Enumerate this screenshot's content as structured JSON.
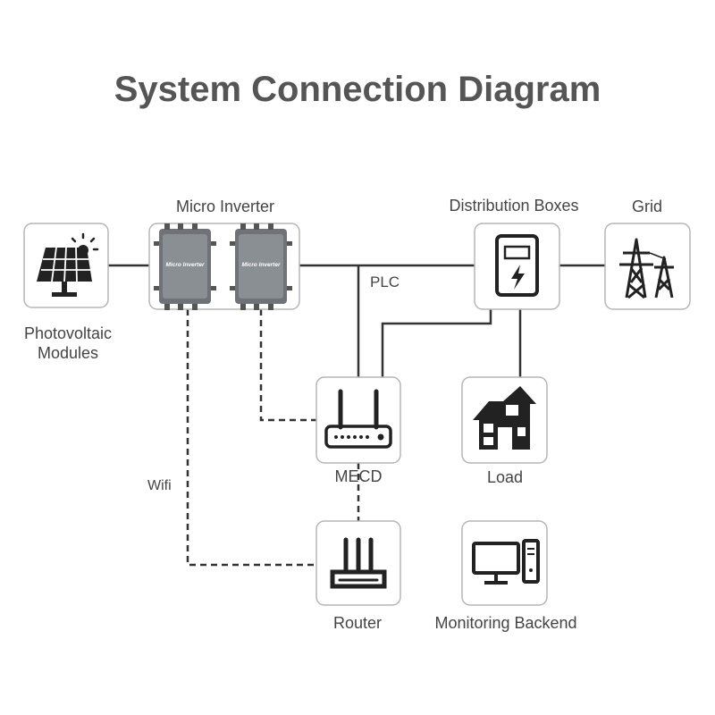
{
  "title": "System Connection Diagram",
  "nodes": {
    "pv": {
      "label": "Photovoltaic Modules",
      "label_line1": "Photovoltaic",
      "label_line2": "Modules",
      "icon": "solar-panel-icon"
    },
    "inverter": {
      "label": "Micro Inverter",
      "icon": "micro-inverter-icon",
      "unit_text": "Micro Inverter",
      "unit_count": 2
    },
    "distribution": {
      "label": "Distribution Boxes",
      "icon": "distribution-box-icon"
    },
    "grid": {
      "label": "Grid",
      "icon": "power-tower-icon"
    },
    "mecd": {
      "label": "MECD",
      "icon": "mecd-device-icon"
    },
    "load": {
      "label": "Load",
      "icon": "house-icon"
    },
    "router": {
      "label": "Router",
      "icon": "router-icon"
    },
    "backend": {
      "label": "Monitoring Backend",
      "icon": "computer-icon"
    }
  },
  "connections": [
    {
      "from": "pv",
      "to": "inverter",
      "style": "solid"
    },
    {
      "from": "inverter",
      "to": "distribution",
      "style": "solid"
    },
    {
      "from": "distribution",
      "to": "grid",
      "style": "solid"
    },
    {
      "from": "distribution",
      "to": "mecd",
      "style": "solid",
      "label": "PLC"
    },
    {
      "from": "distribution",
      "to": "load",
      "style": "solid"
    },
    {
      "from": "inverter",
      "to": "mecd",
      "style": "dashed"
    },
    {
      "from": "inverter",
      "to": "router",
      "style": "dashed",
      "label": "Wifi"
    },
    {
      "from": "mecd",
      "to": "router",
      "style": "dashed"
    }
  ],
  "edge_labels": {
    "plc": "PLC",
    "wifi": "Wifi"
  },
  "colors": {
    "box_border": "#b5b5b5",
    "line": "#333333",
    "icon": "#222222",
    "title": "#555555",
    "text": "#444444"
  }
}
